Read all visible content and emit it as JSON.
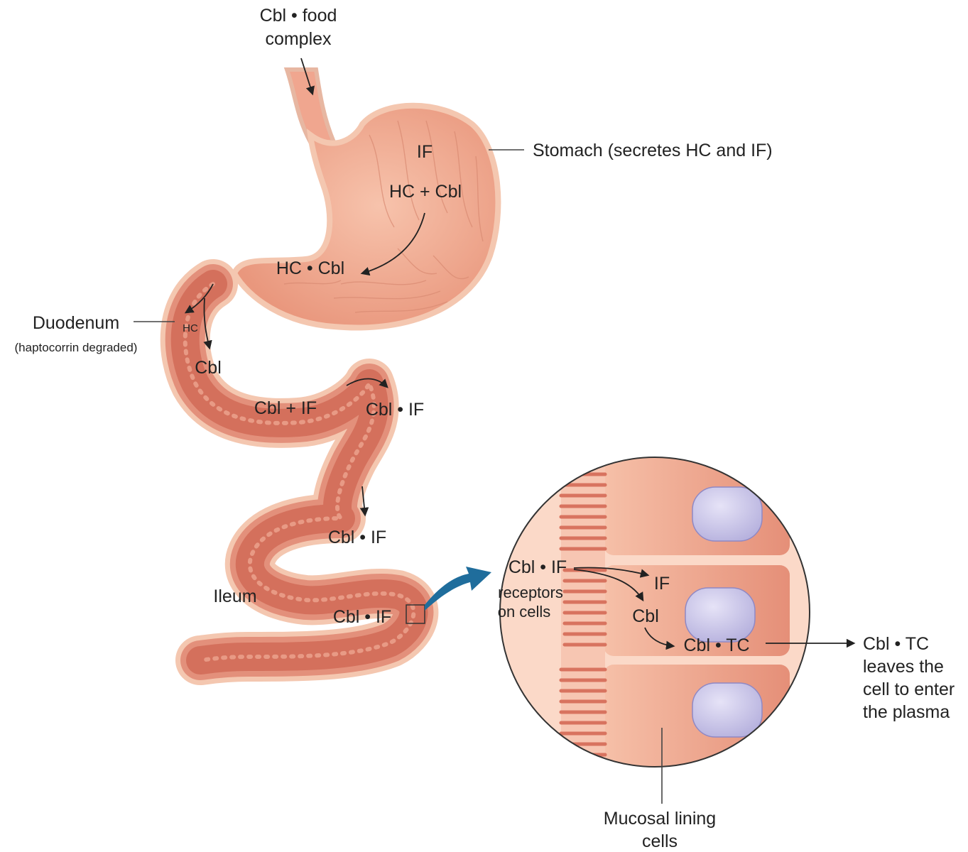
{
  "labels": {
    "food_complex_1": "Cbl • food",
    "food_complex_2": "complex",
    "stomach_callout": "Stomach (secretes HC and IF)",
    "stomach_if": "IF",
    "stomach_hc_plus_cbl": "HC + Cbl",
    "stomach_hc_cbl": "HC • Cbl",
    "duodenum": "Duodenum",
    "duodenum_note": "(haptocorrin degraded)",
    "duodenum_hc": "HC",
    "duodenum_cbl": "Cbl",
    "jejunum_cbl_plus_if": "Cbl + IF",
    "jejunum_cbl_if": "Cbl • IF",
    "loop_cbl_if": "Cbl • IF",
    "ileum": "Ileum",
    "ileum_cbl_if": "Cbl • IF",
    "cell_cbl_if": "Cbl • IF",
    "cell_receptors_1": "receptors",
    "cell_receptors_2": "on cells",
    "cell_if": "IF",
    "cell_cbl": "Cbl",
    "cell_cbl_tc": "Cbl • TC",
    "exit_line_1": "Cbl • TC",
    "exit_line_2": "leaves the",
    "exit_line_3": "cell to enter",
    "exit_line_4": "the plasma",
    "mucosal_1": "Mucosal lining",
    "mucosal_2": "cells"
  },
  "colors": {
    "gut_outer": "#f4c7b0",
    "gut_wall": "#e98f78",
    "gut_lumen": "#d8705c",
    "stomach_inner": "#f2b49c",
    "cell_bg": "#f0a890",
    "cell_edge": "#d87a66",
    "nucleus": "#c9c5e8",
    "zoom_arrow": "#1f6d9c"
  }
}
